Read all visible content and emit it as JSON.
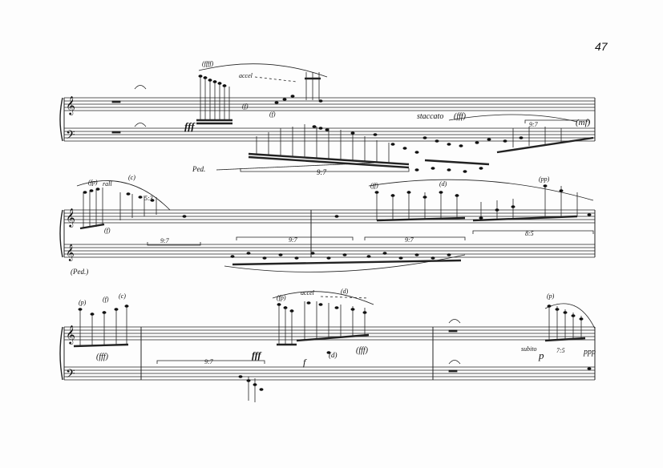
{
  "page": {
    "number": "47"
  },
  "markings": {
    "dyn_fff": "fff",
    "dyn_fff_paren": "(fff)",
    "dyn_f": "f",
    "dyn_mf": "(mf)",
    "dyn_p": "p",
    "dyn_ppp": "ppp",
    "dyn_pp_paren": "(pp)",
    "dyn_p_paren": "(p)",
    "dyn_f_paren": "(f)",
    "dyn_ff_paren": "(ff)",
    "dyn_ffff_paren": "(ffff)",
    "staccato": "staccato",
    "staccato_dyn": "(fff)",
    "accel": "accel",
    "rall": "rall",
    "subito": "subito",
    "tuplet_9_7": "9:7",
    "tuplet_8_5": "8:5",
    "tuplet_7_5": "7:5",
    "tuplet_5_3": "5:3",
    "pedal": "(Ped.)",
    "pedal_mark": "Ped.",
    "paren_c": "(c)",
    "paren_fp": "(fp)",
    "paren_ff": "(ff)",
    "paren_d": "(d)"
  }
}
